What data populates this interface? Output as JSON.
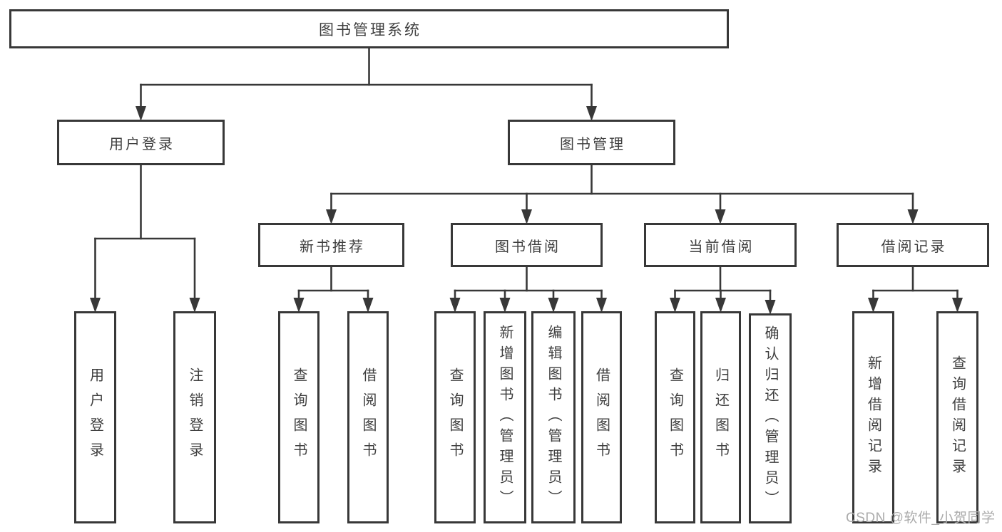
{
  "watermark": "CSDN @软件_小贺同学",
  "colors": {
    "line": "#383838",
    "text": "#3f3f3f",
    "watermark": "#ababab",
    "background": "#ffffff"
  },
  "diagram": {
    "type": "tree",
    "nodes": [
      {
        "id": "root",
        "label": "图书管理系统",
        "orient": "h"
      },
      {
        "id": "login",
        "label": "用户登录",
        "orient": "h"
      },
      {
        "id": "mgmt",
        "label": "图书管理",
        "orient": "h"
      },
      {
        "id": "newbook",
        "label": "新书推荐",
        "orient": "h"
      },
      {
        "id": "borrow",
        "label": "图书借阅",
        "orient": "h"
      },
      {
        "id": "current",
        "label": "当前借阅",
        "orient": "h"
      },
      {
        "id": "records",
        "label": "借阅记录",
        "orient": "h"
      },
      {
        "id": "user-login",
        "label": "用户登录",
        "orient": "v"
      },
      {
        "id": "logout",
        "label": "注销登录",
        "orient": "v"
      },
      {
        "id": "nb-query",
        "label": "查询图书",
        "orient": "v"
      },
      {
        "id": "nb-borrow",
        "label": "借阅图书",
        "orient": "v"
      },
      {
        "id": "bb-query",
        "label": "查询图书",
        "orient": "v"
      },
      {
        "id": "bb-add",
        "label": "新增图书（管理员）",
        "orient": "v"
      },
      {
        "id": "bb-edit",
        "label": "编辑图书（管理员）",
        "orient": "v"
      },
      {
        "id": "bb-borrow",
        "label": "借阅图书",
        "orient": "v"
      },
      {
        "id": "cb-query",
        "label": "查询图书",
        "orient": "v"
      },
      {
        "id": "cb-return",
        "label": "归还图书",
        "orient": "v"
      },
      {
        "id": "cb-confirm",
        "label": "确认归还（管理员）",
        "orient": "v"
      },
      {
        "id": "br-add",
        "label": "新增借阅记录",
        "orient": "v"
      },
      {
        "id": "br-query",
        "label": "查询借阅记录",
        "orient": "v"
      }
    ],
    "edges": [
      {
        "from": "root",
        "to": [
          "login",
          "mgmt"
        ]
      },
      {
        "from": "login",
        "to": [
          "user-login",
          "logout"
        ]
      },
      {
        "from": "mgmt",
        "to": [
          "newbook",
          "borrow",
          "current",
          "records"
        ]
      },
      {
        "from": "newbook",
        "to": [
          "nb-query",
          "nb-borrow"
        ]
      },
      {
        "from": "borrow",
        "to": [
          "bb-query",
          "bb-add",
          "bb-edit",
          "bb-borrow"
        ]
      },
      {
        "from": "current",
        "to": [
          "cb-query",
          "cb-return",
          "cb-confirm"
        ]
      },
      {
        "from": "records",
        "to": [
          "br-add",
          "br-query"
        ]
      }
    ]
  }
}
